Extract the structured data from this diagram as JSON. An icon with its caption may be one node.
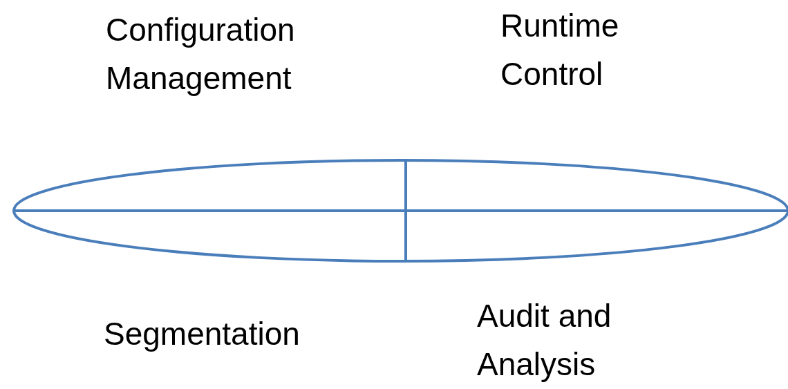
{
  "diagram": {
    "labels": [
      "Configuration Management",
      "Runtime Control",
      "Segmentation",
      "Audit and Analysis"
    ]
  }
}
